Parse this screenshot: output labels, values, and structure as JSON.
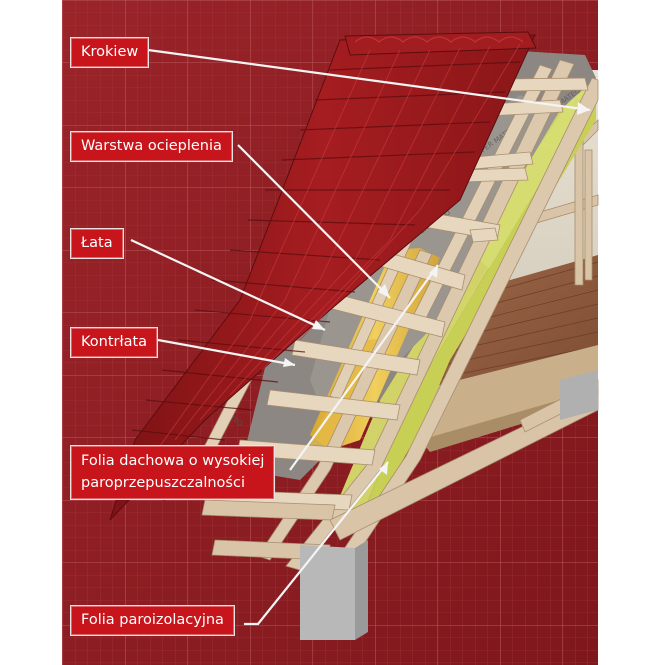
{
  "labels": {
    "rafter": "Krokiew",
    "insulation": "Warstwa ocieplenia",
    "batten": "Łata",
    "counter_batten": "Kontrłata",
    "roof_membrane_line1": "Folia dachowa o wysokiej",
    "roof_membrane_line2": "paroprzepuszczalności",
    "vapor_barrier": "Folia paroizolacyjna"
  },
  "membrane_print": "SUPER MATEO",
  "colors": {
    "background": "#8e1d22",
    "grid": "#b0474c",
    "label_bg": "#c8141b",
    "label_text": "#ffffff",
    "tile": "#9b1a1c",
    "wood": "#d9c4a8",
    "membrane": "#8a8580",
    "insulation": "#e8c24a",
    "vapor_foil": "#d9e06a",
    "floor": "#8b5a3c",
    "wall": "#b9b9b9"
  }
}
